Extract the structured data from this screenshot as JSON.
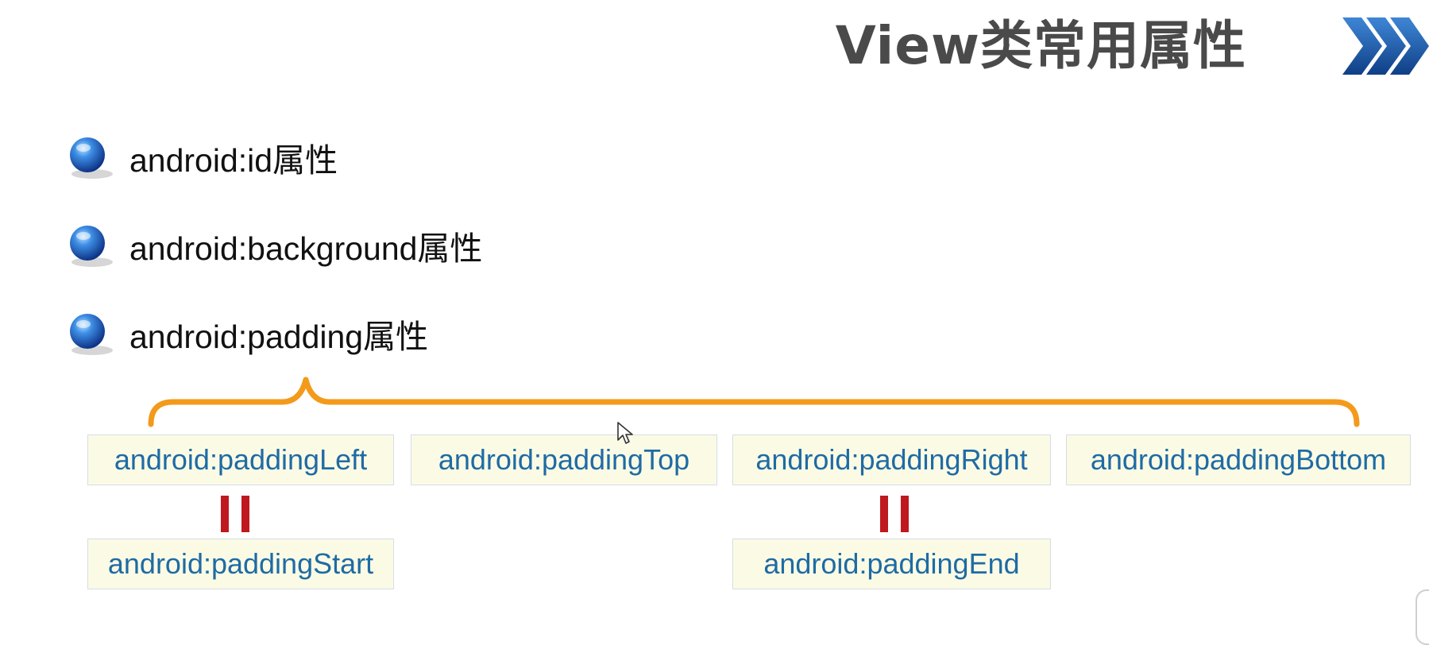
{
  "slide": {
    "title": "View类常用属性",
    "icons": {
      "title_arrow": "triple-chevron-right-icon",
      "bullet": "blue-sphere-bullet-icon",
      "cursor": "mouse-pointer-icon"
    },
    "colors": {
      "title": "#4a4a4a",
      "chevron": "#1c57a8",
      "brace": "#f39a1b",
      "box_text": "#1f6ba4",
      "box_fill": "#fbfbe5",
      "equals": "#c0181f"
    }
  },
  "bullets": [
    {
      "label": "android:id属性"
    },
    {
      "label": "android:background属性"
    },
    {
      "label": "android:padding属性"
    }
  ],
  "padding_props": {
    "left": "android:paddingLeft",
    "top": "android:paddingTop",
    "right": "android:paddingRight",
    "bottom": "android:paddingBottom",
    "start": "android:paddingStart",
    "end": "android:paddingEnd"
  }
}
